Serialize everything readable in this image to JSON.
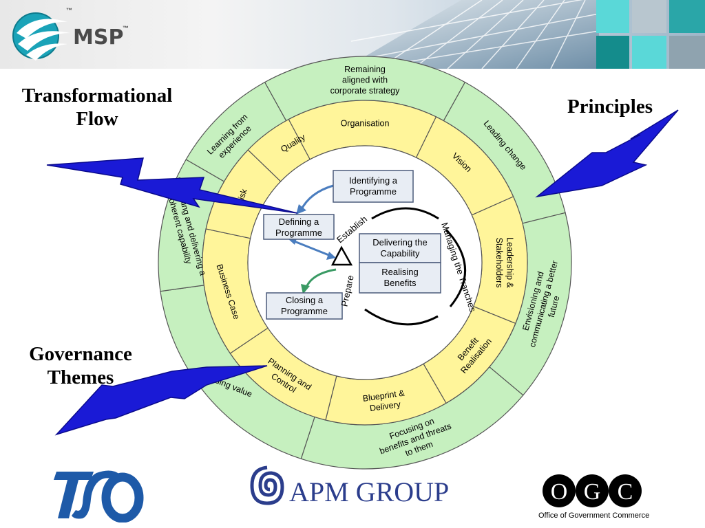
{
  "header": {
    "logo_text": "MSP",
    "trademark_1": "™",
    "trademark_2": "™"
  },
  "labels": {
    "transformational_flow": [
      "Transformational",
      "Flow"
    ],
    "principles": "Principles",
    "governance_themes": [
      "Governance",
      "Themes"
    ]
  },
  "outer_ring": {
    "color": "#c6f0bf",
    "segments": [
      {
        "lines": [
          "Remaining",
          "aligned with",
          "corporate strategy"
        ]
      },
      {
        "lines": [
          "Leading change"
        ]
      },
      {
        "lines": [
          "Envisioning and",
          "communicating a better",
          "future"
        ]
      },
      {
        "lines": [
          "Focusing on",
          "benefits and threats",
          "to them"
        ]
      },
      {
        "lines": [
          "Adding value"
        ]
      },
      {
        "lines": [
          "Designing and delivering a",
          "coherent capability"
        ]
      },
      {
        "lines": [
          "Learning from",
          "experience"
        ]
      }
    ]
  },
  "middle_ring": {
    "color": "#fff59a",
    "segments": [
      {
        "lines": [
          "Organisation"
        ]
      },
      {
        "lines": [
          "Vision"
        ]
      },
      {
        "lines": [
          "Leadership &",
          "Stakeholders"
        ]
      },
      {
        "lines": [
          "Benefit",
          "Realisation"
        ]
      },
      {
        "lines": [
          "Blueprint &",
          "Delivery"
        ]
      },
      {
        "lines": [
          "Planning and",
          "Control"
        ]
      },
      {
        "lines": [
          "Business Case"
        ]
      },
      {
        "lines": [
          "Risk"
        ]
      },
      {
        "lines": [
          "Quality"
        ]
      }
    ]
  },
  "flow": {
    "identifying": [
      "Identifying a",
      "Programme"
    ],
    "defining": [
      "Defining a",
      "Programme"
    ],
    "delivering": [
      "Delivering the",
      "Capability"
    ],
    "realising": [
      "Realising",
      "Benefits"
    ],
    "closing": [
      "Closing a",
      "Programme"
    ],
    "establish": "Establish",
    "managing": "Managing the Tranches",
    "prepare": "Prepare"
  },
  "footer": {
    "apm_text": "APM GROUP",
    "ogc_letters": [
      "O",
      "G",
      "C"
    ],
    "ogc_caption": "Office of Government Commerce"
  },
  "colors": {
    "arrow_blue": "#1a1ad6",
    "arrow_blue_dark": "#0a0a8c",
    "box_fill": "#e8edf4",
    "box_stroke": "#4a5a7a",
    "teal": "#3ccfd0",
    "dark_teal": "#148c8c",
    "tso_blue": "#1e5aa8",
    "apm_blue": "#2b3d8c"
  }
}
